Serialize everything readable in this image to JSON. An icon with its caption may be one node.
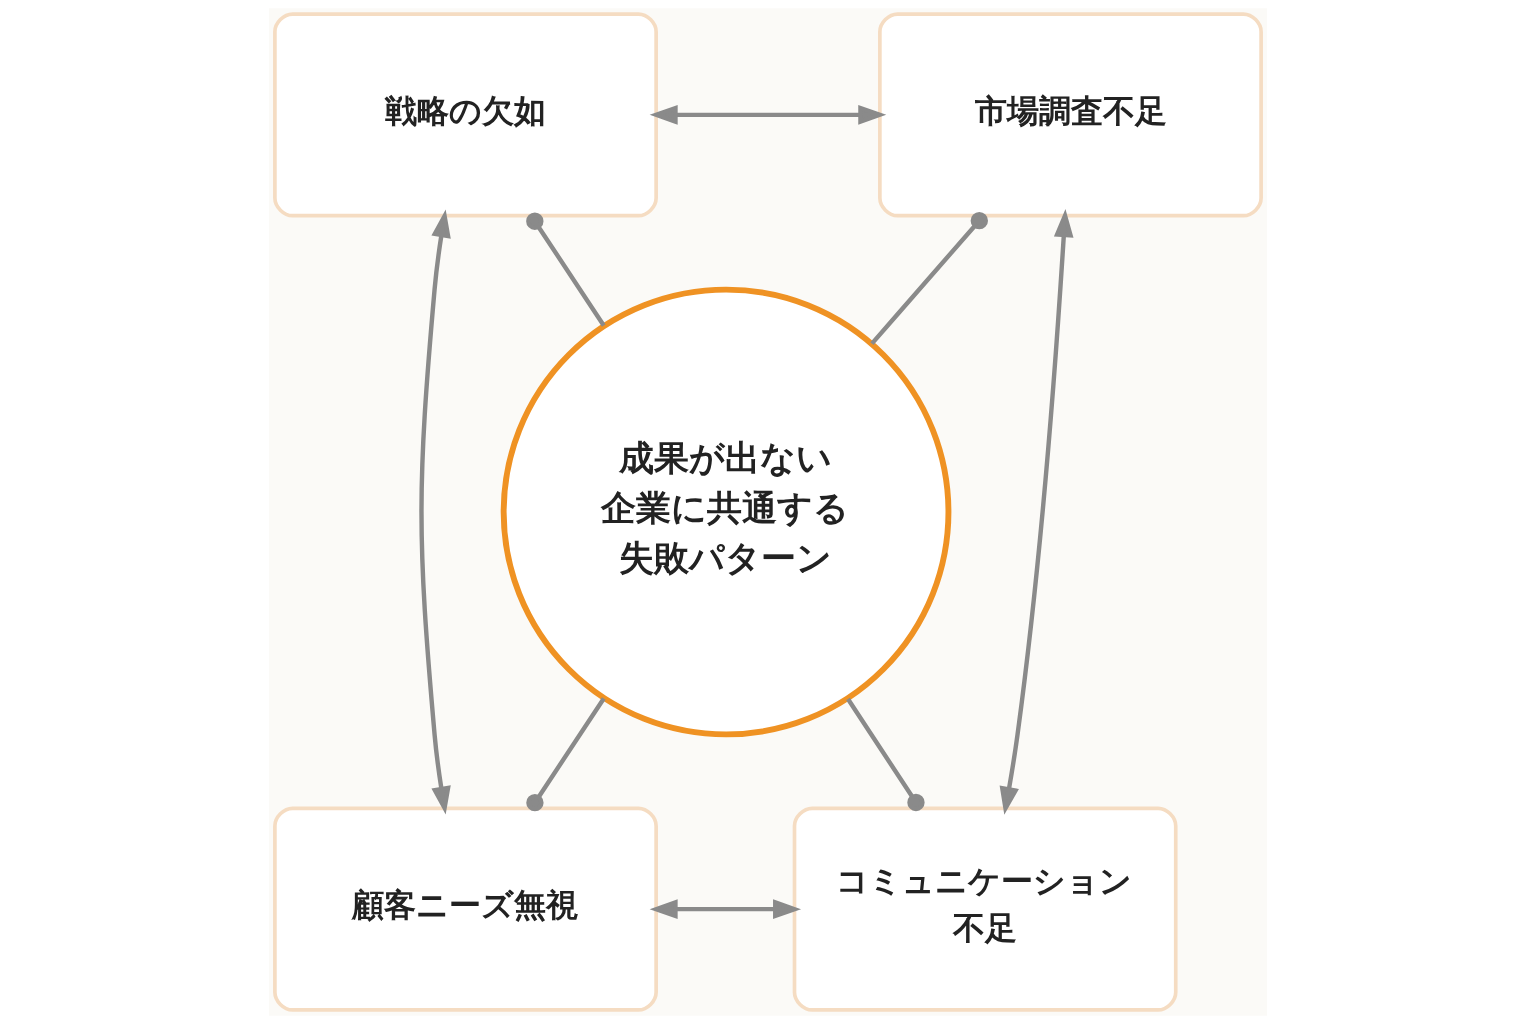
{
  "diagram": {
    "nodes": [
      {
        "text": [
          "戦略の欠如"
        ]
      },
      {
        "text": [
          "市場調査不足"
        ]
      },
      {
        "text": [
          "成果が出ない企業に共通する失敗パターン"
        ]
      },
      {
        "text": [
          "顧客ニーズ無視"
        ]
      },
      {
        "text": [
          "コミュニケーション不足"
        ]
      }
    ],
    "edges": [
      {
        "from": 0,
        "to": 1,
        "arrow": "both"
      },
      {
        "from": 0,
        "to": 3,
        "arrow": "both"
      },
      {
        "from": 1,
        "to": 4,
        "arrow": "both"
      },
      {
        "from": 3,
        "to": 4,
        "arrow": "both"
      },
      {
        "from": 2,
        "to": 0,
        "arrow": "other"
      },
      {
        "from": 2,
        "to": 1,
        "arrow": "other"
      },
      {
        "from": 2,
        "to": 3,
        "arrow": "other"
      },
      {
        "from": 2,
        "to": 4,
        "arrow": "other"
      }
    ]
  }
}
